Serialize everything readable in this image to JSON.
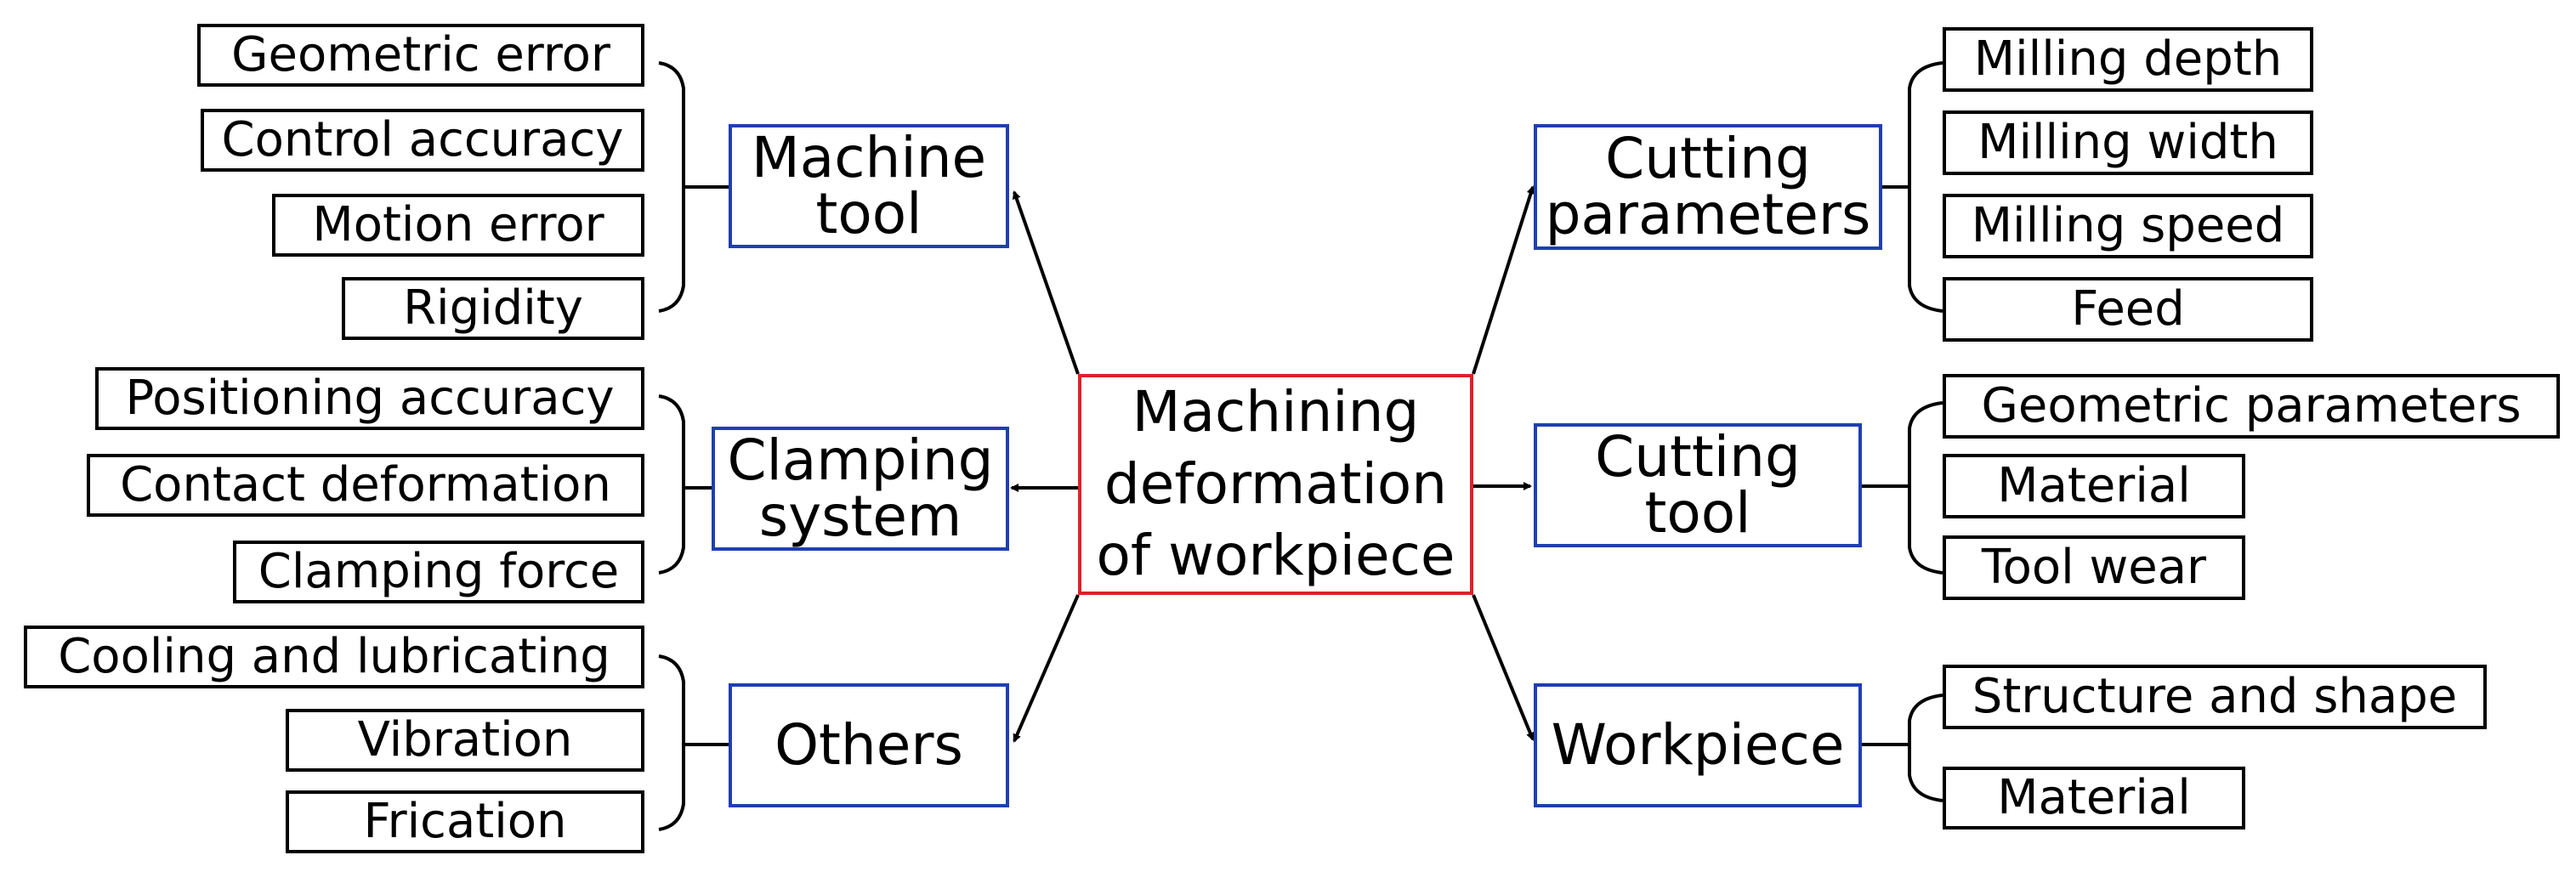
{
  "center": {
    "lines": [
      "Machining",
      "deformation",
      "of workpiece"
    ]
  },
  "categories": {
    "machine_tool": {
      "lines": [
        "Machine",
        "tool"
      ]
    },
    "clamping_system": {
      "lines": [
        "Clamping",
        "system"
      ]
    },
    "others": {
      "lines": [
        "Others"
      ]
    },
    "cutting_parameters": {
      "lines": [
        "Cutting",
        "parameters"
      ]
    },
    "cutting_tool": {
      "lines": [
        "Cutting",
        "tool"
      ]
    },
    "workpiece": {
      "lines": [
        "Workpiece"
      ]
    }
  },
  "factors": {
    "machine_tool": [
      "Geometric error",
      "Control accuracy",
      "Motion error",
      "Rigidity"
    ],
    "clamping_system": [
      "Positioning accuracy",
      "Contact deformation",
      "Clamping force"
    ],
    "others": [
      "Cooling and lubricating",
      "Vibration",
      "Frication"
    ],
    "cutting_parameters": [
      "Milling depth",
      "Milling width",
      "Milling speed",
      "Feed"
    ],
    "cutting_tool": [
      "Geometric parameters",
      "Material",
      "Tool wear"
    ],
    "workpiece": [
      "Structure and shape",
      "Material"
    ]
  },
  "colors": {
    "center_border": "#e0202a",
    "category_border": "#1f3fb0",
    "factor_border": "#000000"
  }
}
